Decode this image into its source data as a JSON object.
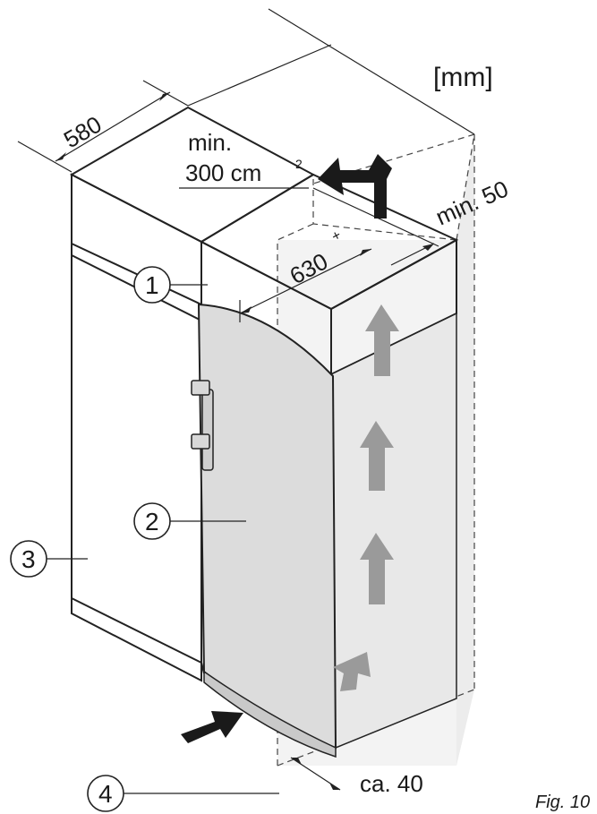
{
  "units": "[mm]",
  "dimensions": {
    "depth": "580",
    "vent_min": "min.",
    "vent_area": "300 cm",
    "vent_area_sup": "2",
    "height_gap": "630",
    "height_gap_mark": "+",
    "top_clearance": "min. 50",
    "bottom_clearance": "ca. 40"
  },
  "callouts": [
    "1",
    "2",
    "3",
    "4"
  ],
  "figure_label": "Fig. 10",
  "colors": {
    "line": "#222222",
    "panel": "#e9e9e9",
    "door": "#dcdcdc",
    "air_arrow": "#9a9a9a",
    "push_arrow": "#1a1a1a"
  }
}
